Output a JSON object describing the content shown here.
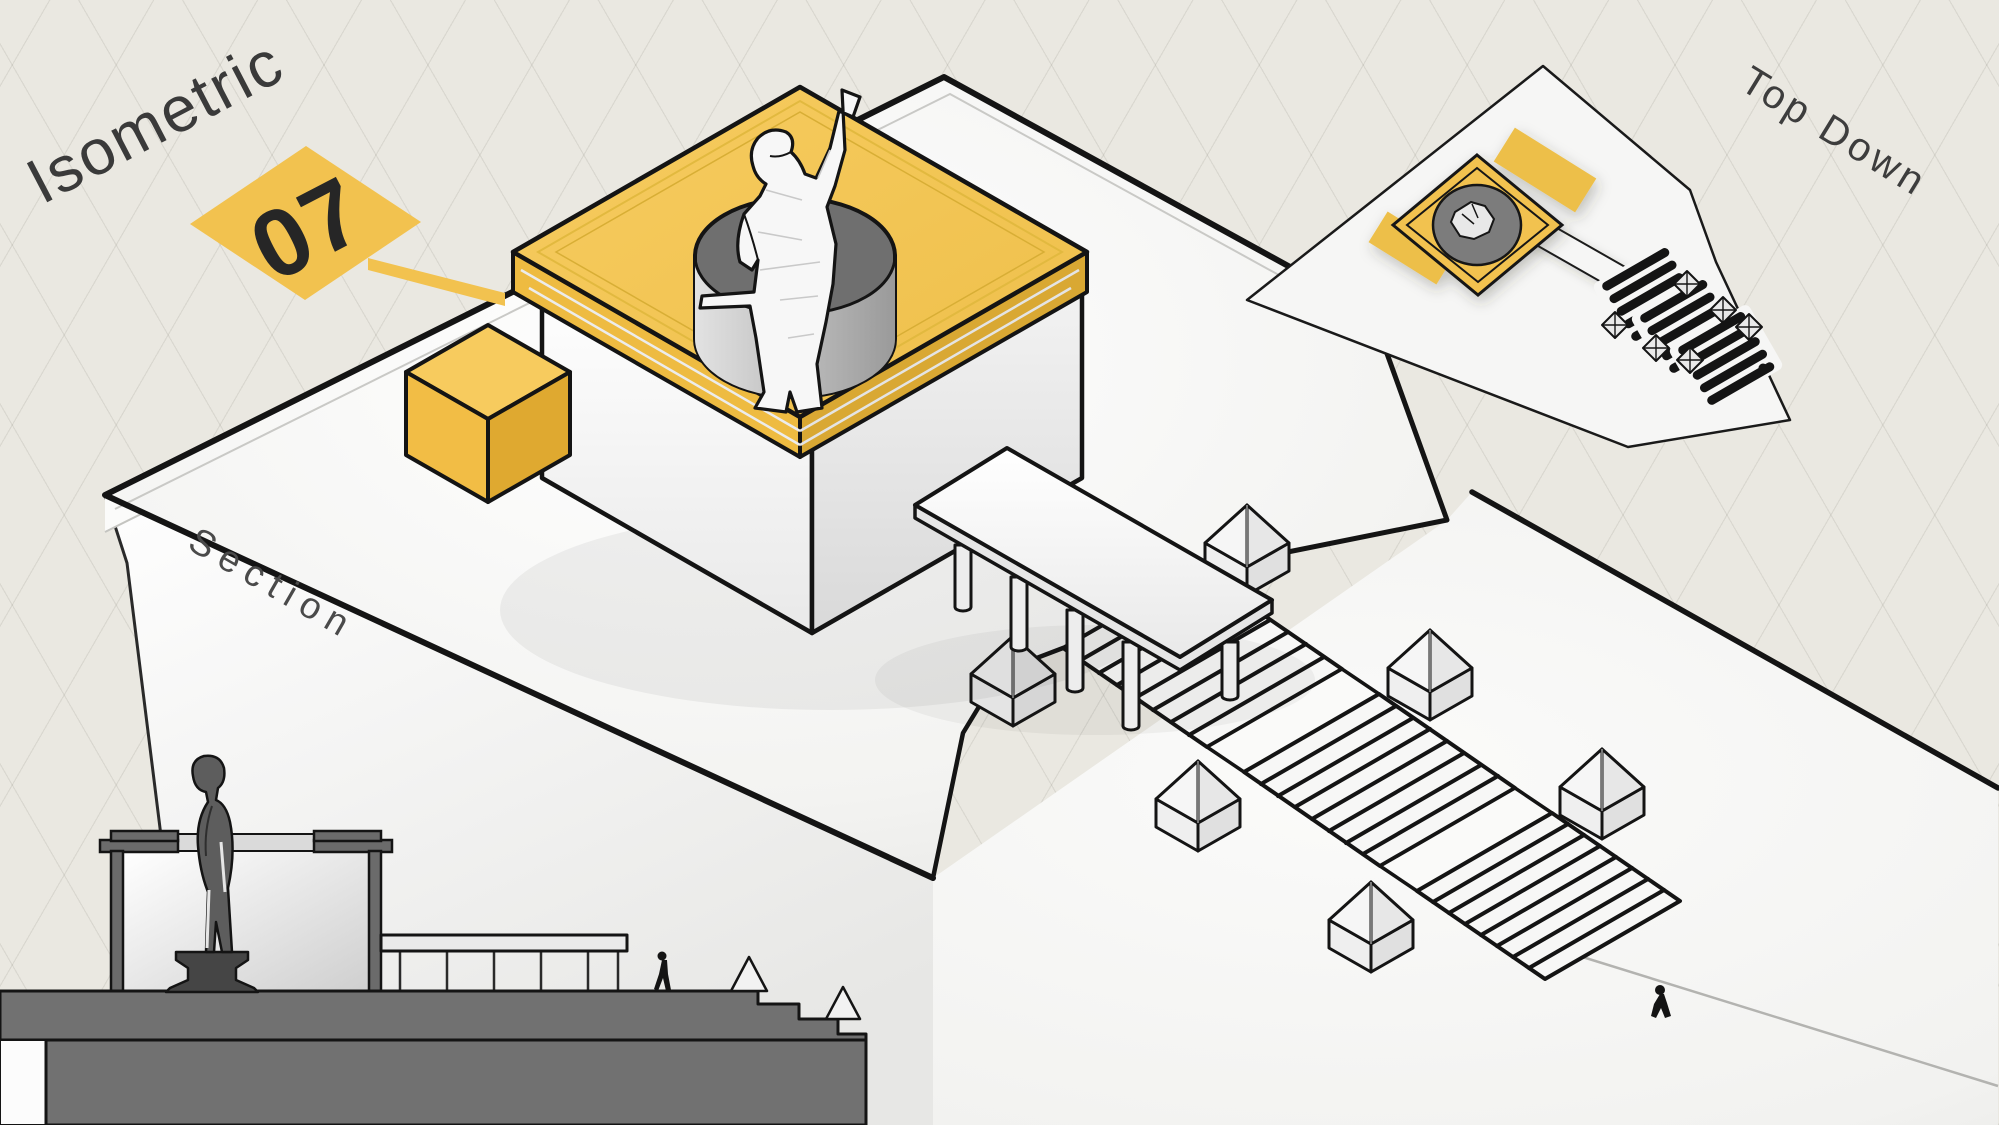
{
  "views": {
    "isometric": {
      "label": "Isometric",
      "number": "07"
    },
    "topdown": {
      "label": "Top Down"
    },
    "section": {
      "label": "Section"
    }
  },
  "palette": {
    "background": "#eae8e1",
    "grid_line": "#cfcdc2",
    "accent_yellow": "#f2c24f",
    "accent_yellow_shade": "#dca82f",
    "surface_white": "#f7f7f6",
    "outline_black": "#141414",
    "section_gray": "#717171",
    "statue_gray": "#5d5d5d",
    "label_text": "#3c3c3c"
  }
}
